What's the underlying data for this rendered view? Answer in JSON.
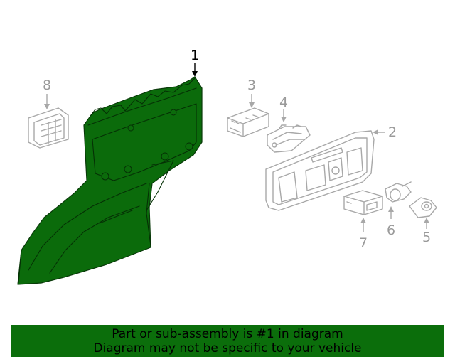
{
  "callouts": {
    "c1": "1",
    "c2": "2",
    "c3": "3",
    "c4": "4",
    "c5": "5",
    "c6": "6",
    "c7": "7",
    "c8": "8"
  },
  "banner": {
    "line1": "Part or sub-assembly is #1 in diagram",
    "line2": "Diagram may not be specific to your vehicle"
  },
  "colors": {
    "highlight_part": "#0b6b0b",
    "banner_bg": "#0b6e0b",
    "ghost_parts": "#a8a8a8"
  }
}
